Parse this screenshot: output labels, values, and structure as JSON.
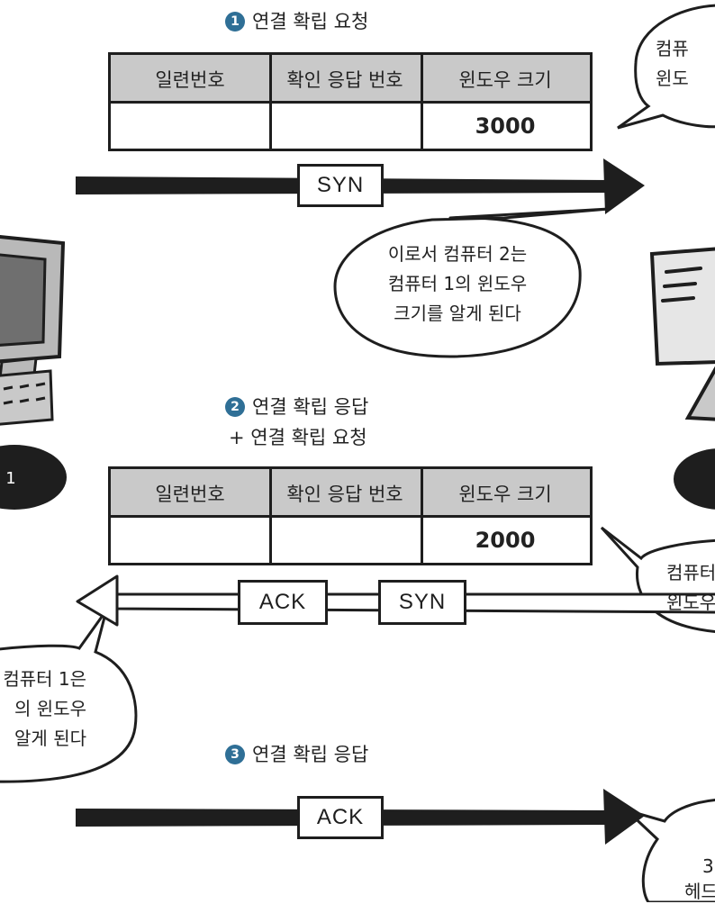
{
  "steps": {
    "s1": {
      "num": "1",
      "text": "연결 확립 요청"
    },
    "s2": {
      "num": "2",
      "text": "연결 확립 응답",
      "line2": "+ 연결 확립 요청"
    },
    "s3": {
      "num": "3",
      "text": "연결 확립 응답"
    }
  },
  "tcp_header": {
    "col_seq": "일련번호",
    "col_ack": "확인 응답 번호",
    "col_window": "윈도우 크기"
  },
  "segments": {
    "seg1": {
      "window_size": "3000",
      "flags": [
        "SYN"
      ]
    },
    "seg2": {
      "window_size": "2000",
      "flags": [
        "ACK",
        "SYN"
      ]
    },
    "seg3": {
      "flags": [
        "ACK"
      ]
    }
  },
  "bubbles": {
    "mid": {
      "lines": [
        "이로서 컴퓨터 2는",
        "컴퓨터 1의 윈도우",
        "크기를 알게 된다"
      ]
    },
    "top_right": {
      "lines": [
        "컴퓨",
        "윈도"
      ]
    },
    "mid_right": {
      "lines": [
        "컴퓨터",
        "윈도우"
      ]
    },
    "left": {
      "lines": [
        "컴퓨터 1은",
        "의 윈도우",
        "알게 된다"
      ]
    },
    "bottom_right": {
      "lines": [
        "3",
        "헤드"
      ]
    }
  },
  "computers": {
    "pc1_label": "1"
  },
  "colors": {
    "badge": "#2f6f96",
    "header_fill": "#c9c9c9",
    "ink": "#1e1e1e"
  }
}
